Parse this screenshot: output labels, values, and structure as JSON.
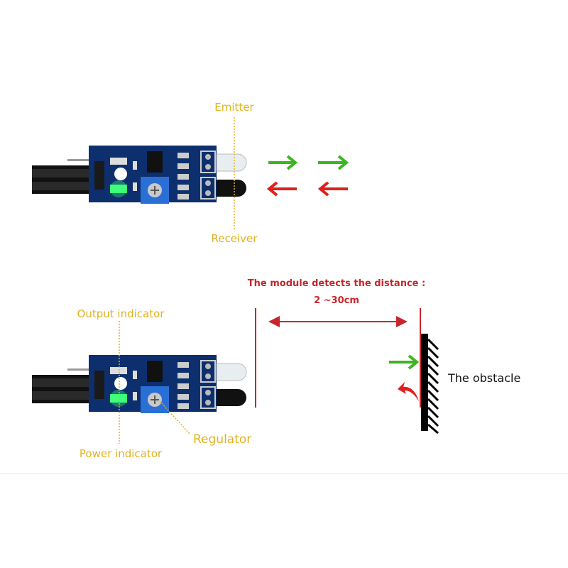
{
  "labels": {
    "emitter": "Emitter",
    "receiver": "Receiver",
    "output_indicator": "Output indicator",
    "power_indicator": "Power indicator",
    "regulator": "Regulator",
    "distance_title": "The module detects the distance :",
    "distance_range": "2 ~30cm",
    "obstacle": "The obstacle"
  },
  "colors": {
    "label_yellow": "#e3b21f",
    "distance_red": "#c8252b",
    "arrow_green": "#3cb521",
    "arrow_red": "#e0201b",
    "pcb_blue": "#0d2f6e",
    "led_green": "#3cff7a"
  }
}
